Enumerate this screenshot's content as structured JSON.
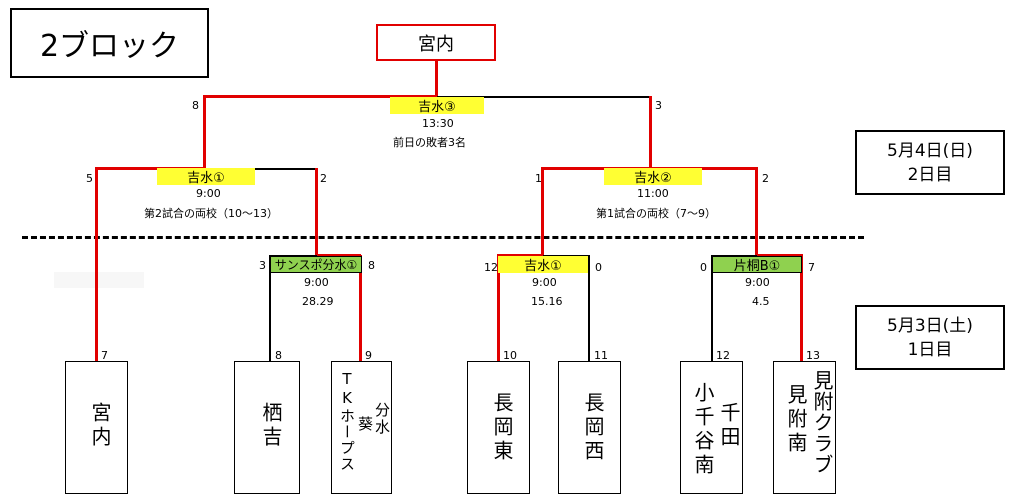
{
  "title": "2ブロック",
  "champion": "宮内",
  "days": {
    "day2": {
      "date": "5月4日(日)",
      "label": "2日目"
    },
    "day1": {
      "date": "5月3日(土)",
      "label": "1日目"
    }
  },
  "matches": {
    "final": {
      "venue": "吉水③",
      "time": "13:30",
      "note": "前日の敗者3名",
      "left_score": "8",
      "right_score": "3"
    },
    "semi_left": {
      "venue": "吉水①",
      "time": "9:00",
      "note": "第2試合の両校（10～13）",
      "left_score": "5",
      "right_score": "2"
    },
    "semi_right": {
      "venue": "吉水②",
      "time": "11:00",
      "note": "第1試合の両校（7～9）",
      "left_score": "1",
      "right_score": "2"
    },
    "r1_a": {
      "venue": "サンスポ分水①",
      "time": "9:00",
      "note": "28.29",
      "left_score": "3",
      "right_score": "8"
    },
    "r1_b": {
      "venue": "吉水①",
      "time": "9:00",
      "note": "15.16",
      "left_score": "12",
      "right_score": "0"
    },
    "r1_c": {
      "venue": "片桐B①",
      "time": "9:00",
      "note": "4.5",
      "left_score": "0",
      "right_score": "7"
    }
  },
  "teams": [
    {
      "seed": "7",
      "name": "宮内"
    },
    {
      "seed": "8",
      "name": "栖吉"
    },
    {
      "seed": "9",
      "name_col1": "分水",
      "name_col2": "葵",
      "name_col3": "TKホープス"
    },
    {
      "seed": "10",
      "name": "長岡東"
    },
    {
      "seed": "11",
      "name": "長岡西"
    },
    {
      "seed": "12",
      "name_col1": "千田",
      "name_col2": "小千谷南"
    },
    {
      "seed": "13",
      "name_col1": "見附クラブ",
      "name_col2": "見附南"
    }
  ]
}
